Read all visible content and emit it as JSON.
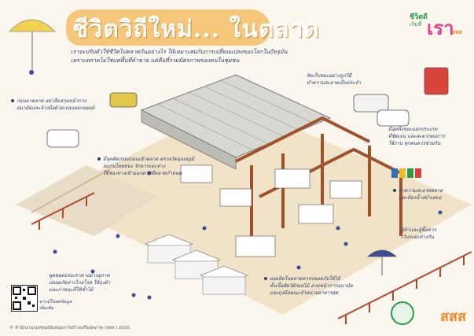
{
  "title": "ชีวิตวิถีใหม่... ในตลาด",
  "intro_lines": [
    "เราจะปรับตัวใช้ชีวิตไปตลาดกันอย่างไร ให้เหมาะสมกับการเปลี่ยนแปลงของโลกในปัจจุบัน",
    "เพราะตลาดไม่ใช่แค่พื้นที่ค้าขาย แต่คือที่รวมมิตรภาพของคนในชุมชน"
  ],
  "logo": {
    "line1": "ชีวิตดี",
    "line2": "เริ่มที่",
    "big": "เรา",
    "sub": "สสส"
  },
  "notes": {
    "car_wait": [
      "ก่อนมาตลาด อย่าลืมสวมหน้ากาก",
      "อนามัยและล้างมือด้วยเจลแอลกอฮอล์"
    ],
    "entry": [
      "มีจุดคัดกรองก่อนเข้าตลาด ตรวจวัดอุณหภูมิ",
      "สแกนไทยชนะ รักษาระยะห่าง",
      "ใช้ช่องทางเข้าออกตามที่ตลาดกำหนด"
    ],
    "stalls": [
      "จัดเก็บขยะอย่างถูกวิธี",
      "ทำความสะอาดเป็นประจำ"
    ],
    "parking": [
      "มีจุดทิ้งขยะแยกประเภท",
      "ที่ชัดเจน และสะดวกต่อการ",
      "ใช้งาน ทุกคนควรช่วยกัน"
    ],
    "cleaning": [
      "ทำความสะอาดตลาด",
      "และห้องน้ำสม่ำเสมอ"
    ],
    "distance": [
      "ผู้ค้าและผู้ซื้อควร",
      "เว้นระยะห่างกัน"
    ],
    "mask_buy": [
      "พูดคุยต่อรองราคาอย่างสุภาพ",
      "ปลอดภัยห่างไกลโรค ใช้ถุงผ้า",
      "และภาชนะที่ใช้ซ้ำได้"
    ],
    "food": [
      "ผลผลิตในตลาดควรปลอดภัยใช้ได้",
      "ทั้งเนื้อสัตว์ผักผลไม้ สวมหน้ากากอนามัย",
      "และถุงมือขณะจำหน่ายอาหารสด"
    ]
  },
  "qr_caption": [
    "ดาวน์โหลดข้อมูล",
    "เพิ่มเติม"
  ],
  "copyright": "© สำนักงานกองทุนสนับสนุนการสร้างเสริมสุขภาพ (สสส.) 2020",
  "ssh_logo": "สสส",
  "colors": {
    "title_bg": "#f4c77b",
    "roof": "#d8d8d2",
    "beam": "#a0522d",
    "floor": "#f1e3c8",
    "umbrella_yellow": "#f2d34f",
    "text_blue": "#2d3f6b",
    "brand_pink": "#e5408f",
    "brand_green": "#2b9b48"
  }
}
